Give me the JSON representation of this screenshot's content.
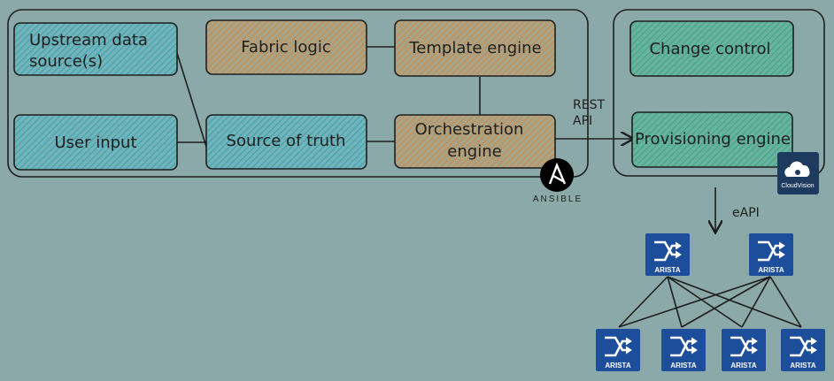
{
  "nodes": {
    "upstream": [
      "Upstream data",
      "source(s)"
    ],
    "user_input": "User input",
    "fabric_logic": "Fabric logic",
    "source_of_truth": "Source of truth",
    "template_engine": "Template engine",
    "orchestration": [
      "Orchestration",
      "engine"
    ],
    "change_control": "Change control",
    "provisioning": "Provisioning engine"
  },
  "edges": {
    "rest_api": [
      "REST",
      "API"
    ],
    "eapi": "eAPI"
  },
  "logos": {
    "ansible": "ANSIBLE",
    "cloudvision": "CloudVision",
    "arista": "ARISTA"
  },
  "colors": {
    "background": "#8aa9a8",
    "teal_box": "#5ab0b8",
    "tan_box": "#c09a60",
    "green_box": "#45b08c",
    "arista_blue": "#1c4e9c",
    "cloudvision_navy": "#1f3a5f"
  },
  "switches": {
    "top_count": 2,
    "bottom_count": 4
  }
}
